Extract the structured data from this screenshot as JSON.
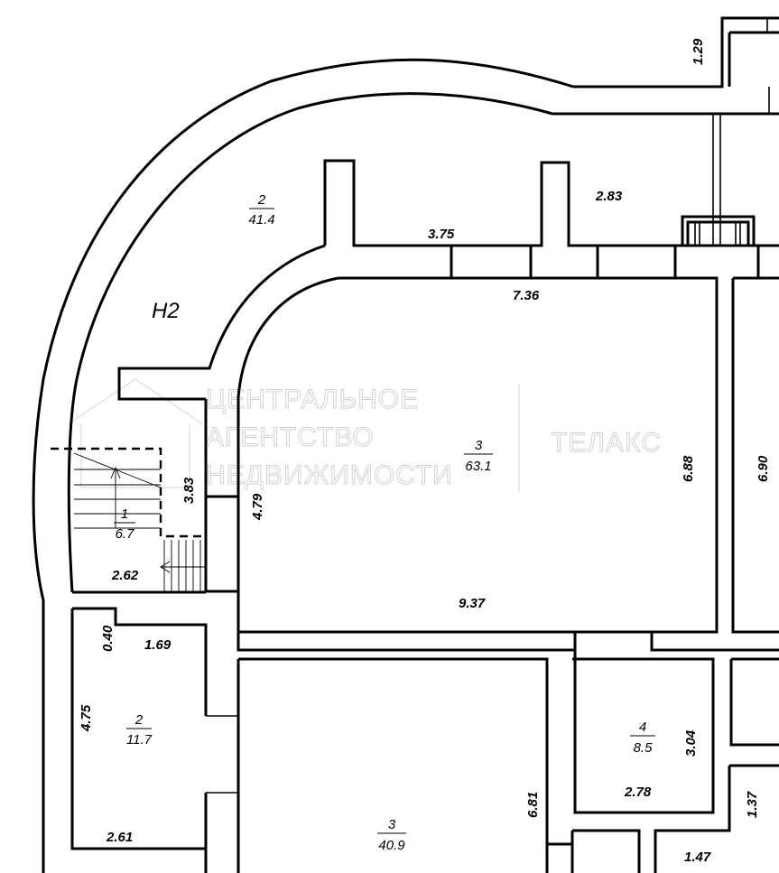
{
  "floor_label": "Н2",
  "rooms": [
    {
      "id": "2",
      "area": "41.4"
    },
    {
      "id": "3",
      "area": "63.1"
    },
    {
      "id": "1",
      "area": "6.7"
    },
    {
      "id": "2",
      "area": "11.7"
    },
    {
      "id": "3",
      "area": "40.9"
    },
    {
      "id": "4",
      "area": "8.5"
    }
  ],
  "dimensions": [
    "1.29",
    "2.83",
    "3.75",
    "7.36",
    "6.88",
    "6.90",
    "4.79",
    "3.83",
    "2.62",
    "9.37",
    "0.40",
    "1.69",
    "4.75",
    "2.61",
    "6.81",
    "3.04",
    "2.78",
    "1.37",
    "1.47"
  ],
  "watermark": {
    "line1": "ЦЕНТРАЛЬНОЕ",
    "line2": "АГЕНТСТВО",
    "line3": "НЕДВИЖИМОСТИ",
    "brand": "ТЕЛАКС"
  }
}
